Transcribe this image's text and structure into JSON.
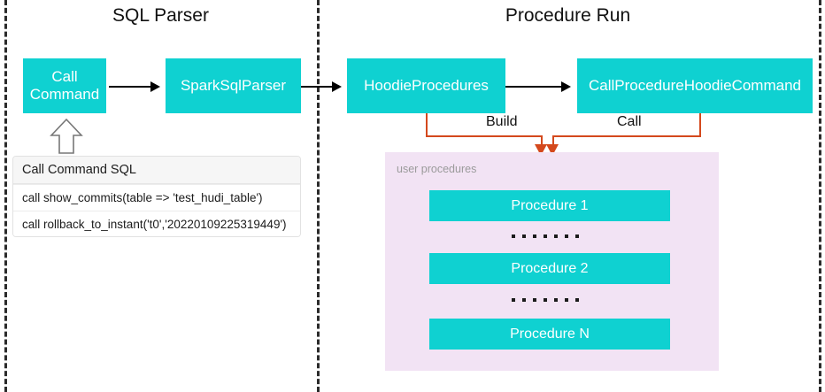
{
  "diagram": {
    "title_left": "SQL Parser",
    "title_right": "Procedure Run"
  },
  "sql_parser": {
    "nodes": [
      {
        "id": "call-command",
        "label": "Call\nCommand"
      },
      {
        "id": "spark-sql-parser",
        "label": "SparkSqlParser"
      }
    ],
    "sql_table": {
      "header": "Call Command SQL",
      "rows": [
        "call show_commits(table => 'test_hudi_table')",
        "call rollback_to_instant('t0','20220109225319449')"
      ]
    }
  },
  "procedure_run": {
    "nodes": [
      {
        "id": "hoodie-procedures",
        "label": "HoodieProcedures"
      },
      {
        "id": "call-procedure-hoodie-command",
        "label": "CallProcedureHoodieCommand"
      }
    ],
    "edge_labels": {
      "build": "Build",
      "call": "Call"
    },
    "user_procedures_panel": {
      "caption": "user procedures",
      "procedures": [
        "Procedure 1",
        "Procedure 2",
        "Procedure N"
      ],
      "ellipsis_dots": 7
    }
  },
  "colors": {
    "node_fill": "#0fd1d1",
    "node_text": "#ffffff",
    "panel_fill": "#f2e3f4",
    "edge_black": "#000000",
    "edge_orange": "#d4491d",
    "divider": "#2b2b2b",
    "caption_text": "#9b9b9b"
  }
}
